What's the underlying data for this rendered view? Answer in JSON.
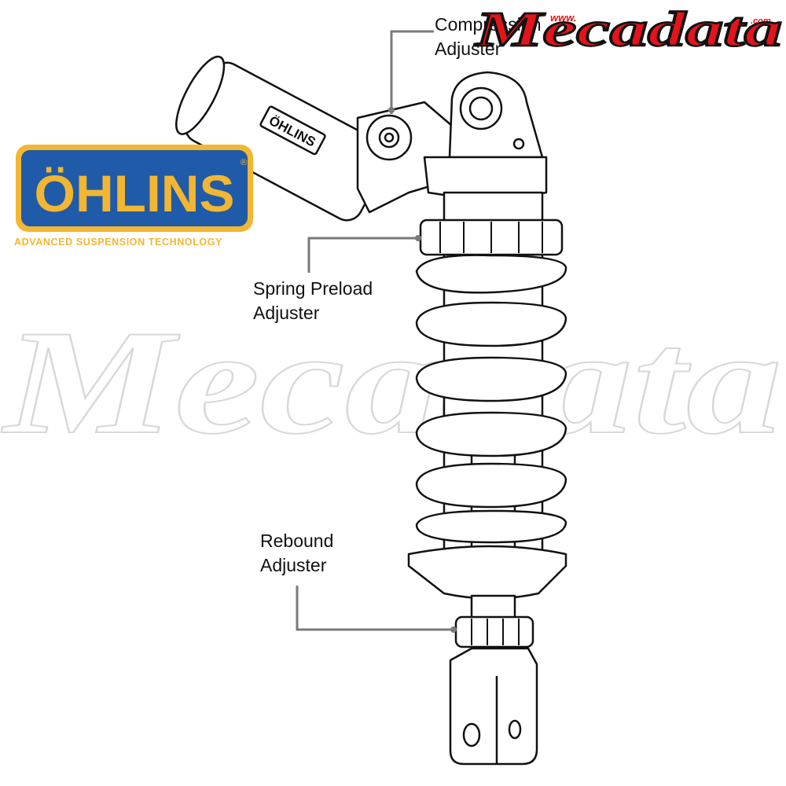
{
  "labels": {
    "compression": {
      "line1": "Compression",
      "line2": "Adjuster"
    },
    "spring_preload": {
      "line1": "Spring Preload",
      "line2": "Adjuster"
    },
    "rebound": {
      "line1": "Rebound",
      "line2": "Adjuster"
    }
  },
  "brand_logo": {
    "name": "ÖHLINS",
    "tagline": "ADVANCED SUSPENSION TECHNOLOGY",
    "reservoir_badge": "ÖHLINS",
    "colors": {
      "blue": "#1f5ba8",
      "yellow": "#f2b632"
    }
  },
  "watermark": {
    "text": "Mecadata",
    "prefix": "www.",
    "suffix": ".com",
    "color": "#e3141b"
  },
  "colors": {
    "leader_line": "#7a7a7a",
    "outline": "#111111"
  }
}
